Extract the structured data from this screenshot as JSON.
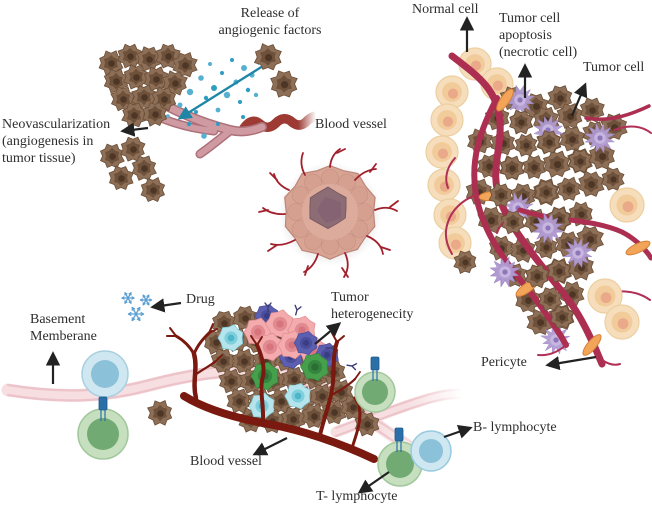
{
  "figure": {
    "background": "#ffffff",
    "text_color": "#2e2e2e",
    "labels": {
      "release_factors": "Release of\nangiogenic factors",
      "neovascularization": "Neovascularization\n(angiogenesis in\ntumor tissue)",
      "blood_vessel_top": "Blood vessel",
      "normal_cell": "Normal cell",
      "tumor_apoptosis": "Tumor cell\napoptosis\n(necrotic cell)",
      "tumor_cell": "Tumor cell",
      "pericyte": "Pericyte",
      "drug": "Drug",
      "basement_membrane": "Basement\nMemberane",
      "tumor_heterogeneity": "Tumor\nheterogenecity",
      "blood_vessel_bottom": "Blood vessel",
      "b_lymphocyte": "B- lymphocyte",
      "t_lymphocyte": "T- lymphocyte"
    },
    "colors": {
      "tumor_cell_brown": "#8d6e57",
      "tumor_cell_mid": "#6e513a",
      "tumor_cell_core": "#4e3626",
      "normal_cell_tan": "#f6debc",
      "normal_cell_ring": "#f2cb9b",
      "normal_cell_nucleus": "#eaaa8a",
      "necrotic_purple": "#b19bd1",
      "vessel_crimson": "#ac2e51",
      "vessel_maroon": "#7a190f",
      "vessel_pink": "#cf9aa1",
      "vessel_pink_edge": "#ad7079",
      "vessel_brick": "#9c3a33",
      "membrane_pink": "#f6dee1",
      "membrane_edge": "#ecc3c9",
      "pericyte_orange": "#f2a558",
      "factor_teal": "#2d9ec2",
      "arrow_teal": "#1f86a8",
      "drug_blue": "#5a9fd2",
      "b_lymphocyte_outer": "#cfe7f0",
      "b_lymphocyte_inner": "#8cc1da",
      "t_lymphocyte_outer": "#c6dfbe",
      "t_lymphocyte_inner": "#72aa73",
      "receptor_blue": "#2a6fa8",
      "hetero_pink": "#f3abae",
      "hetero_indigo": "#5c5fb0",
      "hetero_green": "#46a04b",
      "hetero_cyan": "#b5e4ec",
      "arrow_black": "#222222",
      "spheroid_body": "#d8a494",
      "spheroid_core": "#8c6c75",
      "sprout_red": "#a1202c"
    }
  }
}
